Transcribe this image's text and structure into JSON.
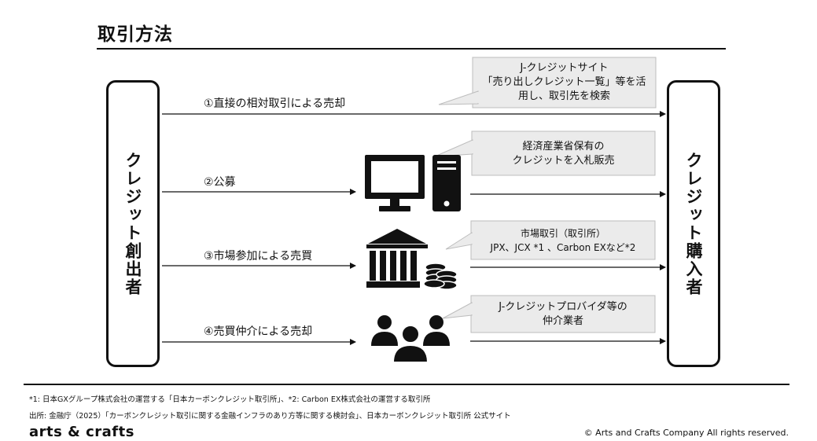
{
  "title": "取引方法",
  "seller": "クレジット創出者",
  "buyer": "クレジット購入者",
  "methods": [
    {
      "label": "①直接の相対取引による売却",
      "callout": [
        "J-クレジットサイト",
        "「売り出しクレジット一覧」等を活",
        "用し、取引先を検索"
      ]
    },
    {
      "label": "②公募",
      "icon": "computer-icon",
      "callout": [
        "経済産業省保有の",
        "クレジットを入札販売"
      ]
    },
    {
      "label": "③市場参加による売買",
      "icon": "bank-coins-icon",
      "callout_line1": "市場取引（取引所）",
      "callout_line2": "JPX、JCX *1 、Carbon EXなど*2"
    },
    {
      "label": "④売買仲介による売却",
      "icon": "people-icon",
      "callout": [
        "J-クレジットプロバイダ等の",
        "仲介業者"
      ]
    }
  ],
  "footnote": "*1: 日本GXグループ株式会社の運営する「日本カーボンクレジット取引所」、*2: Carbon EX株式会社の運営する取引所",
  "source": "出所: 金融庁（2025）「カーボンクレジット取引に関する金融インフラのあり方等に関する検討会」、日本カーボンクレジット取引所 公式サイト",
  "logo": "arts & crafts",
  "copyright": "© Arts and Crafts Company All rights reserved.",
  "colors": {
    "callout_fill": "#ebebeb",
    "callout_stroke": "#bdbdbd",
    "ink": "#111111"
  }
}
